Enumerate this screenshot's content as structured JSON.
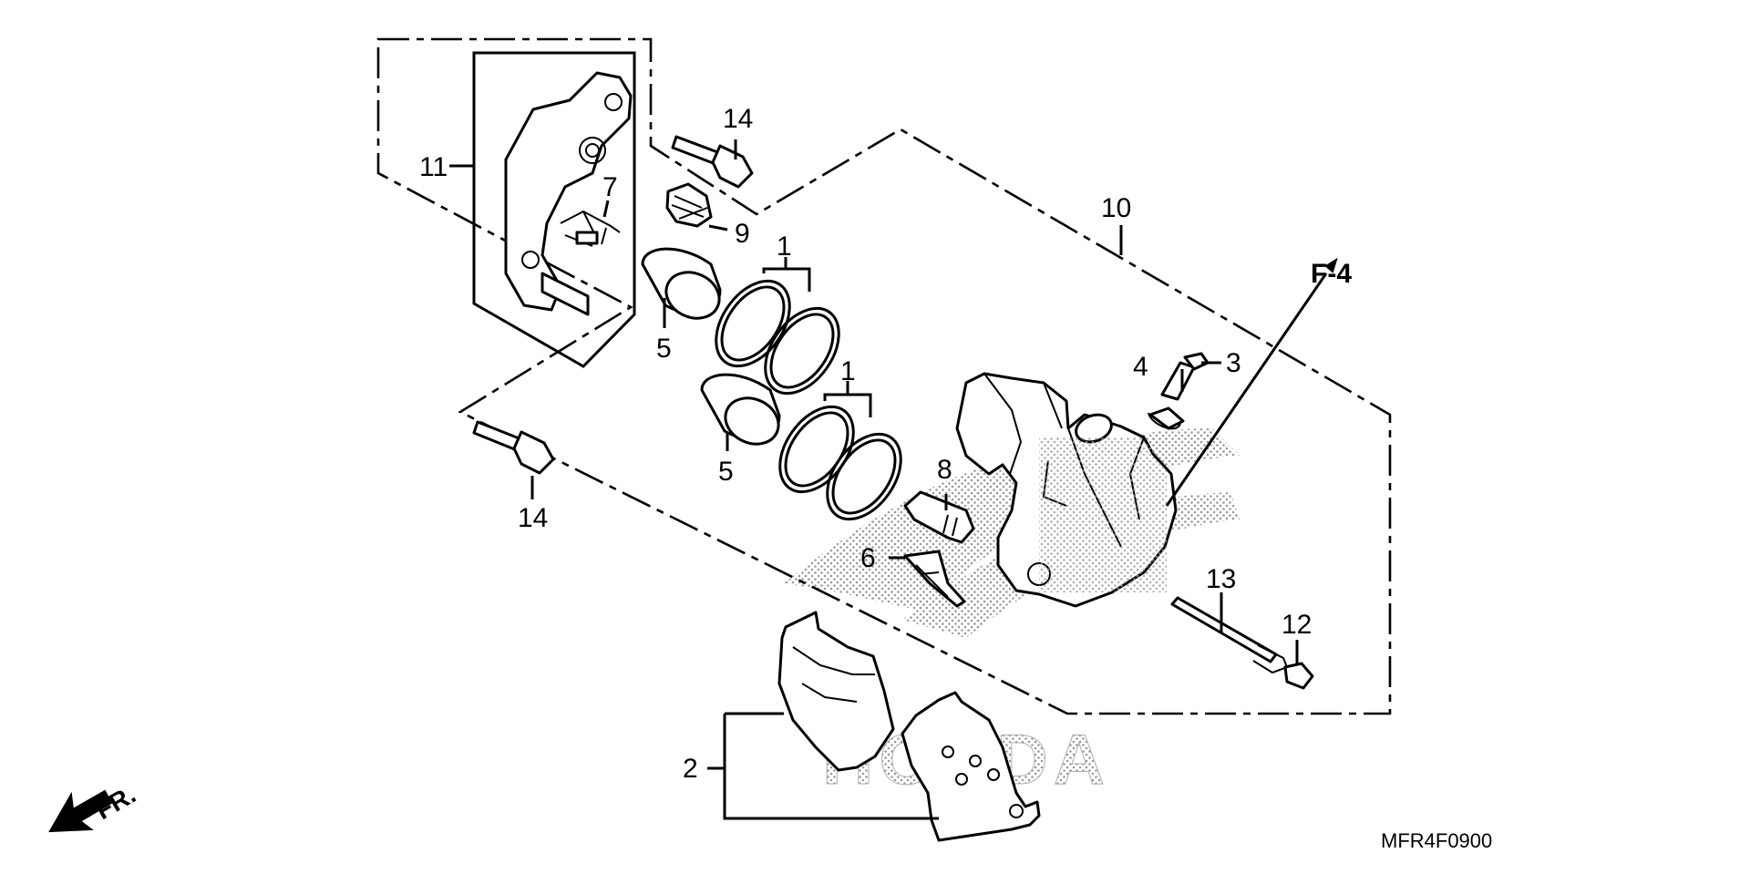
{
  "diagram": {
    "callouts": {
      "c1a": "1",
      "c1b": "1",
      "c2": "2",
      "c3": "3",
      "c4": "4",
      "c5a": "5",
      "c5b": "5",
      "c6": "6",
      "c7": "7",
      "c8": "8",
      "c9": "9",
      "c10": "10",
      "c11": "11",
      "c12": "12",
      "c13": "13",
      "c14a": "14",
      "c14b": "14"
    },
    "view_ref": "F-4",
    "front_marker": "FR.",
    "watermark": "HONDA",
    "diagram_code": "MFR4F0900"
  }
}
